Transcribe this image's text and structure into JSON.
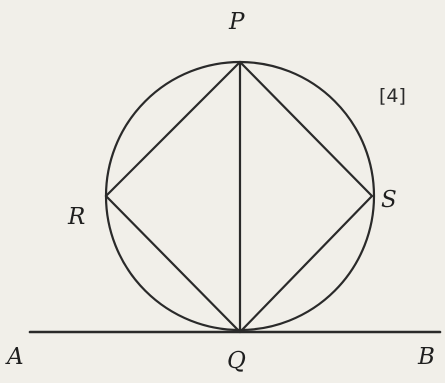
{
  "diagram": {
    "points": {
      "P": "P",
      "Q": "Q",
      "R": "R",
      "S": "S",
      "A": "A",
      "B": "B"
    }
  },
  "marks": "[4]",
  "colors": {
    "paper": "#f1efe9",
    "ink": "#2a2a2a"
  }
}
